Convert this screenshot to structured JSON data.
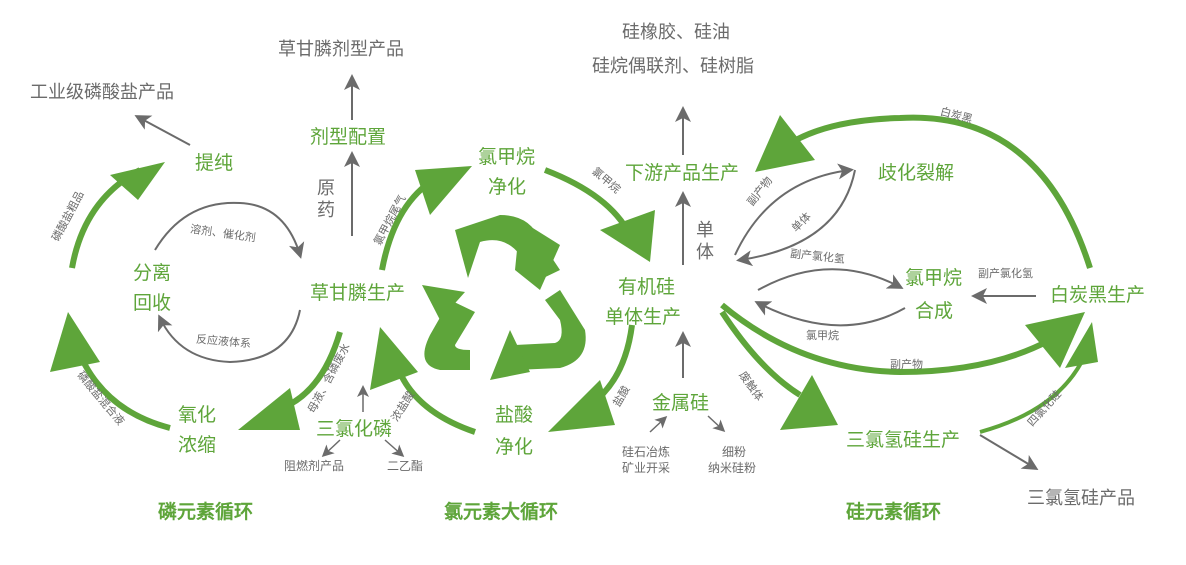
{
  "colors": {
    "green": "#5ea53a",
    "gray": "#6b6b6b"
  },
  "titles": {
    "phosphorus": "磷元素循环",
    "chlorine": "氯元素大循环",
    "silicon": "硅元素循环"
  },
  "nodes": {
    "purify": "提纯",
    "separate": [
      "分离",
      "回收"
    ],
    "oxidize": [
      "氧化",
      "浓缩"
    ],
    "formulation": "剂型配置",
    "glyphosate": "草甘膦生产",
    "pcl3": "三氯化磷",
    "chloromethane_purify": [
      "氯甲烷",
      "净化"
    ],
    "hcl_purify": [
      "盐酸",
      "净化"
    ],
    "silicone_monomer": [
      "有机硅",
      "单体生产"
    ],
    "downstream": "下游产品生产",
    "metal_si": "金属硅",
    "cracking": "歧化裂解",
    "chloromethane_synth": [
      "氯甲烷",
      "合成"
    ],
    "white_carbon": "白炭黑生产",
    "trichlorosilane": "三氯氢硅生产"
  },
  "products": {
    "industrial_phosphate": "工业级磷酸盐产品",
    "glyphosate_formulation": "草甘膦剂型产品",
    "silicone_products": [
      "硅橡胶、硅油",
      "硅烷偶联剂、硅树脂"
    ],
    "trichlorosilane_product": "三氯氢硅产品",
    "flame_retardant": "阻燃剂产品",
    "diethyl": "二乙酯",
    "si_source": [
      "硅石冶炼",
      "矿业开采"
    ],
    "si_powder": [
      "细粉",
      "纳米硅粉"
    ]
  },
  "labels": {
    "api": [
      "原",
      "药"
    ],
    "monomer_vertical": [
      "单",
      "体"
    ],
    "phosphate_crude": "磷酸盐粗品",
    "phosphate_mixed": "磷酸盐混合液",
    "solvent_catalyst": "溶剂、催化剂",
    "reaction_liquid": "反应液体系",
    "tail_gas": "氯甲烷尾气",
    "mother_liquor": "母液、含磷废水",
    "conc_hcl": "浓盐酸",
    "chloromethane": "氯甲烷",
    "hcl": "盐酸",
    "waste_contact": "废触体",
    "byproduct_1": "副产物",
    "monomer": "单体",
    "byproduct_hcl_1": "副产氯化氢",
    "byproduct_hcl_2": "副产氯化氢",
    "chloromethane_2": "氯甲烷",
    "byproduct_2": "副产物",
    "white_carbon_label": "白炭黑",
    "sicl4": "四氯化硅"
  }
}
